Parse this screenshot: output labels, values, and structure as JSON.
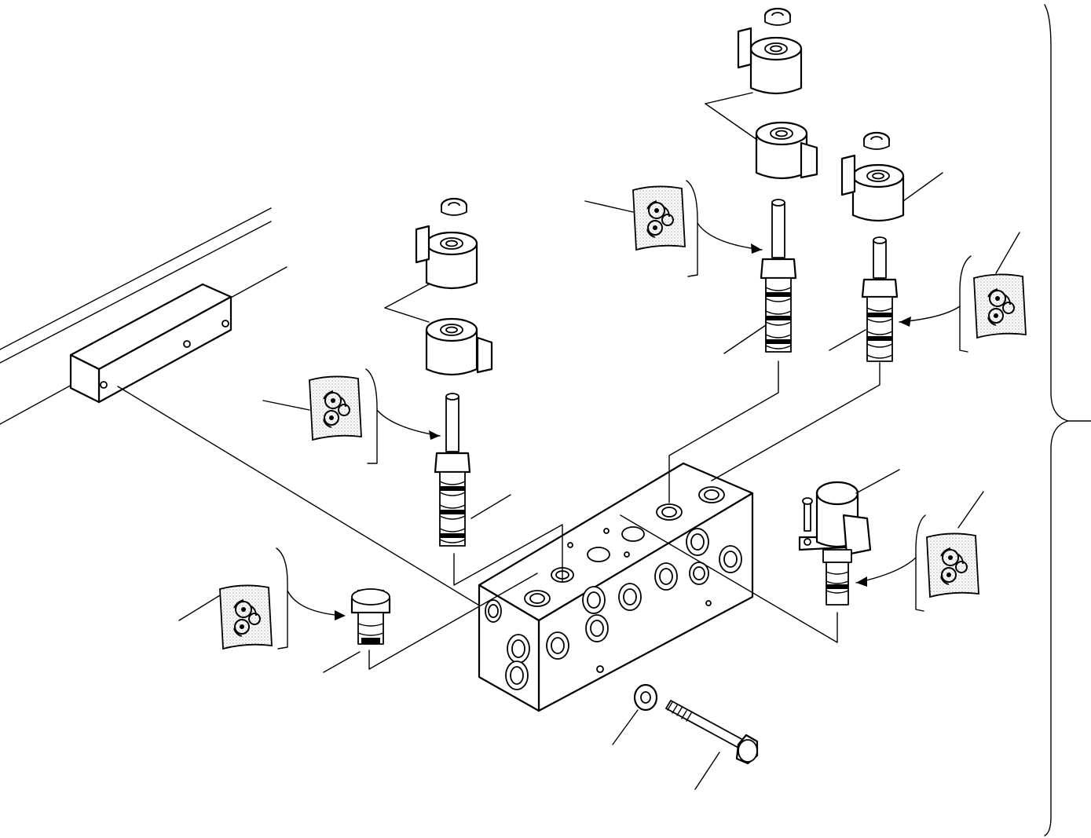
{
  "diagram": {
    "description_labels": [],
    "components": [
      "left-solenoid-valve",
      "center-solenoid-valve",
      "right-solenoid-valve",
      "small-cartridge-valve",
      "pressure-valve",
      "manifold-block",
      "mounting-bracket",
      "washer",
      "bolt"
    ],
    "colors": {
      "line": "#000000",
      "background": "#ffffff",
      "card-shade": "#f2f2f2"
    }
  }
}
